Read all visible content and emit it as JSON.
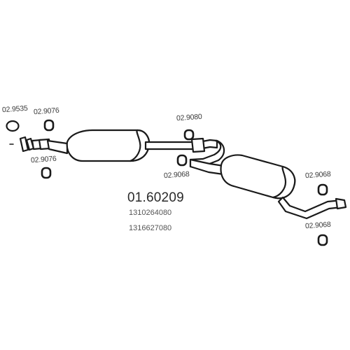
{
  "diagram": {
    "part_number": "01.60209",
    "oe_numbers": [
      "1310264080",
      "1316627080"
    ],
    "accessory_labels": {
      "ring_far_left": "02.9535",
      "gasket_front_top": "02.9076",
      "gasket_front_bottom": "02.9076",
      "clamp_mid_top": "02.9080",
      "clamp_mid_bottom": "02.9068",
      "hanger_rear_top": "02.9068",
      "hanger_rear_bottom": "02.9068"
    },
    "colors": {
      "line": "#1a1a1a",
      "fill": "#ffffff",
      "text": "#3a3a3a"
    }
  }
}
